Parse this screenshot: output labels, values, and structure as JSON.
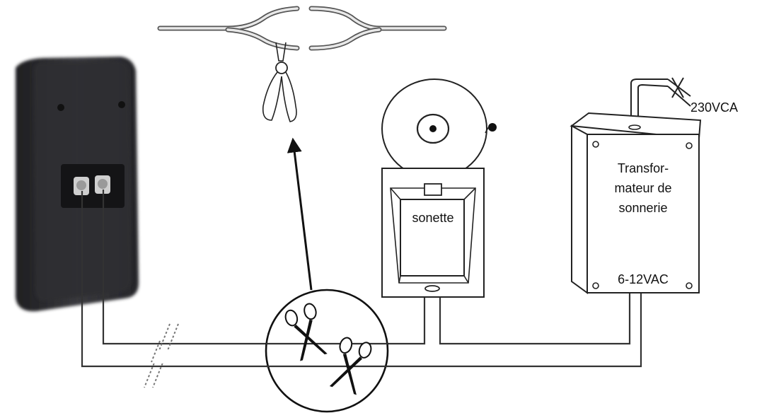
{
  "labels": {
    "mains_voltage": "230VCA",
    "bell": "sonette",
    "transformer_line1": "Transfor-",
    "transformer_line2": "mateur de",
    "transformer_line3": "sonnerie",
    "secondary_voltage": "6-12VAC"
  },
  "colors": {
    "line": "#222222",
    "device_body": "#2b2b2e",
    "background": "#ffffff"
  },
  "icons": [
    "doorbell-unit-icon",
    "pliers-icon",
    "scissors-icon",
    "bell-icon",
    "transformer-icon"
  ]
}
